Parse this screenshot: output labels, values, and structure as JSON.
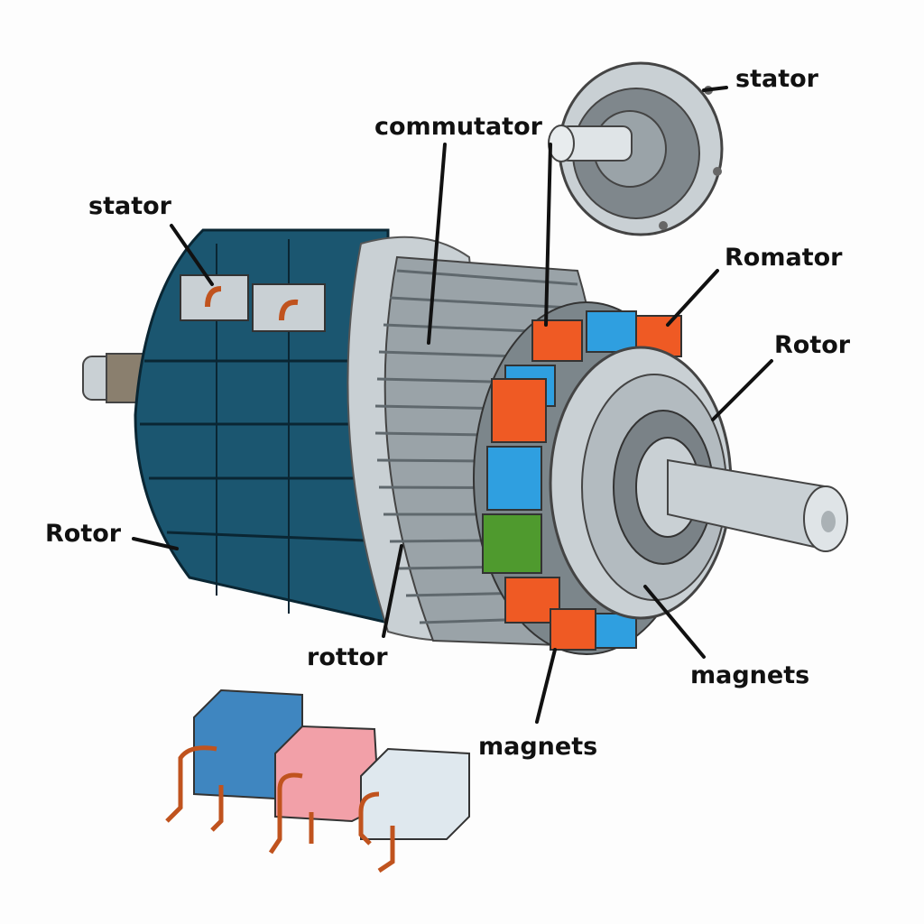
{
  "figure": {
    "subject": "Exploded electric motor illustration",
    "colors": {
      "background": "#fdfdfd",
      "housing_dark": "#0f3d52",
      "housing_mid": "#1b5670",
      "metal_light": "#c9d0d4",
      "metal_mid": "#9aa3a8",
      "coil_orange": "#ef5a24",
      "coil_blue": "#2f9fe0",
      "coil_green": "#4f9a2e",
      "copper": "#c0531e",
      "block_blue": "#3f86c0",
      "block_pink": "#f2a0a8",
      "block_white": "#dfe8ee"
    }
  },
  "labels": {
    "commutator": "commutator",
    "stator_top_right": "stator",
    "stator_left": "stator",
    "romator": "Romator",
    "rotor_right": "Rotor",
    "rotor_left": "Rotor",
    "rottor_bottom": "rottor",
    "magnets_right": "magnets",
    "magnets_bottom": "magnets"
  }
}
